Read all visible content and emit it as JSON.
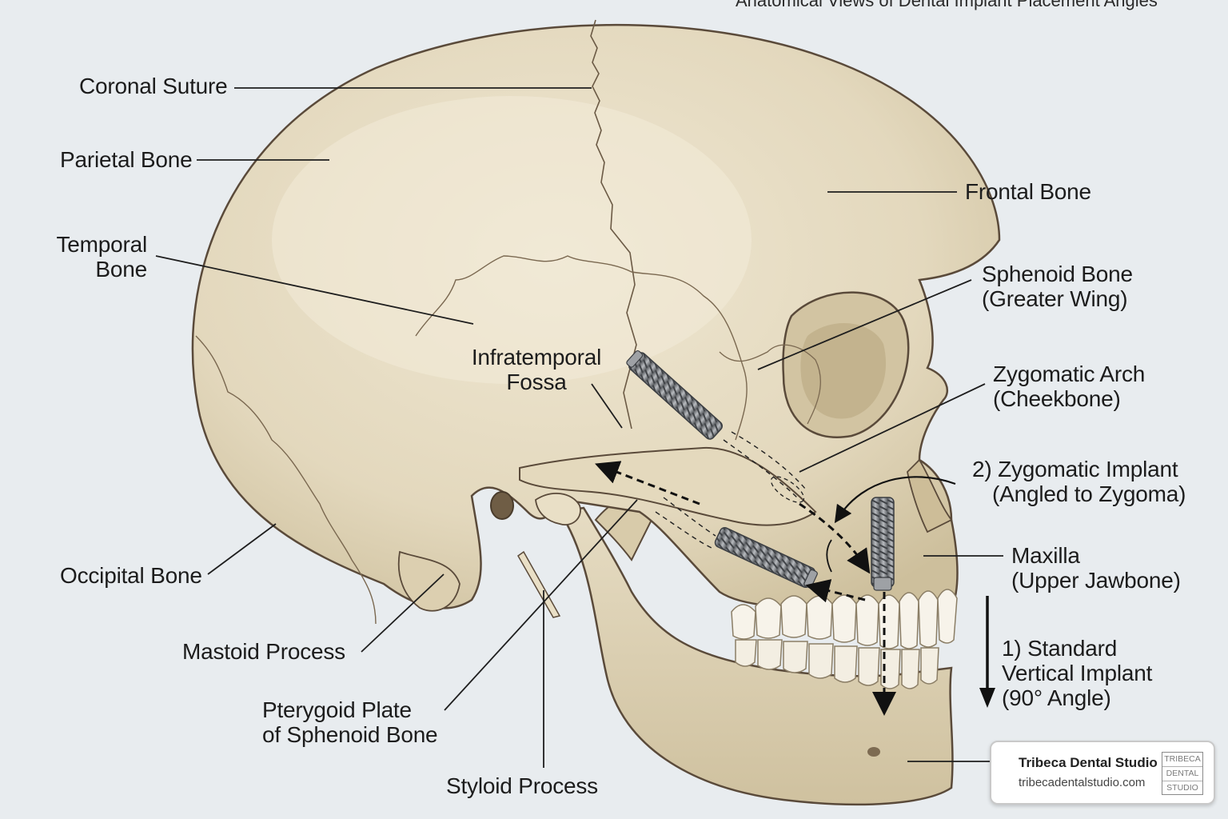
{
  "title": "Anatomical Views of Dental Implant Placement Angles",
  "labels": {
    "coronal_suture": "Coronal Suture",
    "parietal_bone": "Parietal Bone",
    "temporal_bone": [
      "Temporal",
      "Bone"
    ],
    "occipital_bone": "Occipital Bone",
    "mastoid_process": "Mastoid Process",
    "pterygoid_plate": [
      "Pterygoid Plate",
      "of Sphenoid Bone"
    ],
    "styloid_process": "Styloid Process",
    "infratemporal_fossa": [
      "Infratemporal",
      "Fossa"
    ],
    "frontal_bone": "Frontal Bone",
    "sphenoid_bone": [
      "Sphenoid Bone",
      "(Greater Wing)"
    ],
    "zygomatic_arch": [
      "Zygomatic Arch",
      "(Cheekbone)"
    ],
    "zygomatic_implant": [
      "2) Zygomatic Implant",
      "(Angled to Zygoma)"
    ],
    "maxilla": [
      "Maxilla",
      "(Upper Jawbone)"
    ],
    "standard_implant": [
      "1) Standard",
      "Vertical Implant",
      "(90° Angle)"
    ]
  },
  "badge": {
    "name": "Tribeca Dental Studio",
    "url": "tribecadentalstudio.com",
    "logo": [
      "TRIBECA",
      "DENTAL",
      "STUDIO"
    ]
  },
  "colors": {
    "background": "#e8ecef",
    "bone": "#e6dcc2",
    "bone_shadow": "#c9b995",
    "outline": "#5a4a3a",
    "implant": "#8d9094",
    "leader": "#1e1e1e"
  }
}
